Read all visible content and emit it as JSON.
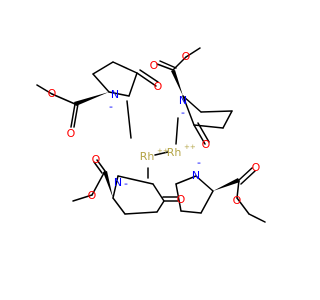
{
  "colors": {
    "bond": "#000000",
    "oxygen": "#ff0000",
    "nitrogen": "#0000ff",
    "rhodium": "#b5a64a",
    "background": "#ffffff"
  },
  "atoms": {
    "o": "O",
    "n": "N",
    "rh": "Rh",
    "n_charge": "-",
    "rh_charge": "++"
  }
}
